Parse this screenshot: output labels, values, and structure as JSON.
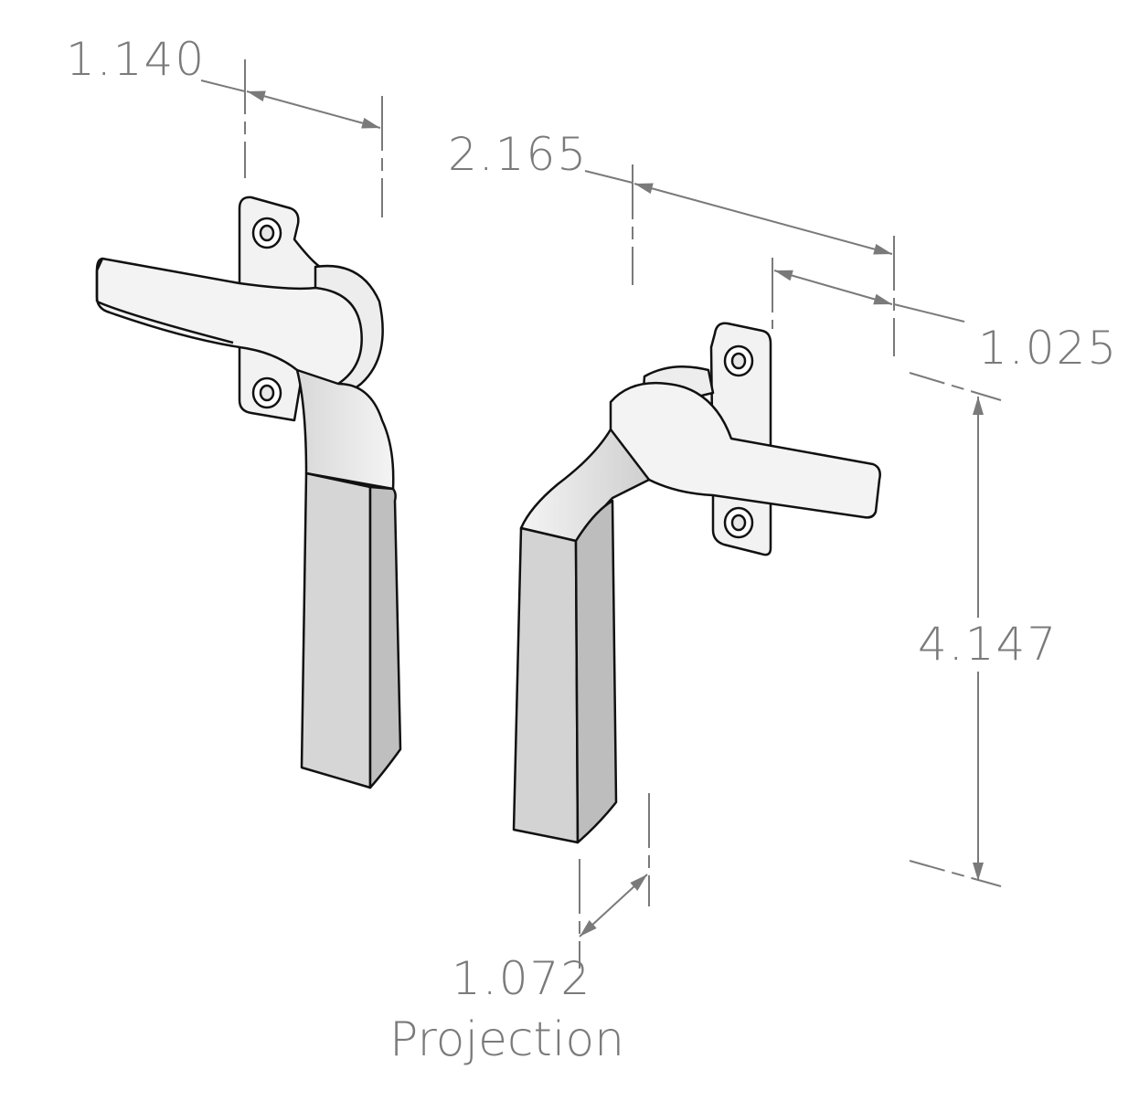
{
  "dimensions": {
    "width_top_left": "1.140",
    "span_top": "2.165",
    "width_top_right": "1.025",
    "height": "4.147",
    "projection_value": "1.072",
    "projection_label": "Projection"
  },
  "colors": {
    "dimension": "#7a7a7a",
    "part_fill": "#ececec",
    "part_shade": "#cfcfcf",
    "outline": "#111111"
  }
}
